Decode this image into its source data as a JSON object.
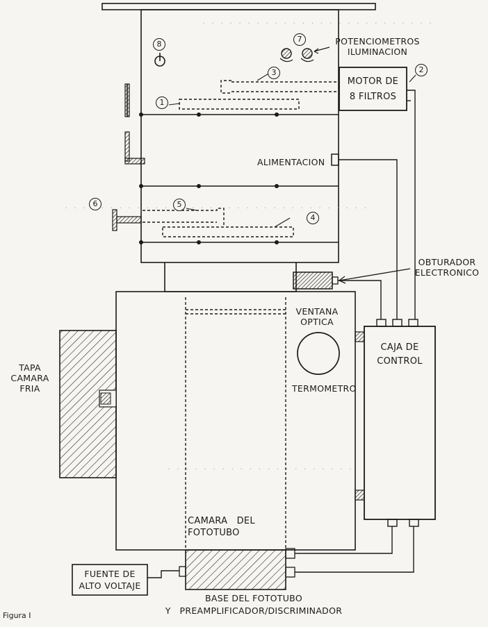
{
  "labels": {
    "potenciometros_1": "POTENCIOMETROS",
    "potenciometros_2": "ILUMINACION",
    "motor_1": "MOTOR DE",
    "motor_2": "8 FILTROS",
    "alimentacion": "ALIMENTACION",
    "obturador_1": "OBTURADOR",
    "obturador_2": "ELECTRONICO",
    "ventana_1": "VENTANA",
    "ventana_2": "OPTICA",
    "caja_1": "CAJA DE",
    "caja_2": "CONTROL",
    "termometro": "TERMOMETRO",
    "tapa_1": "TAPA",
    "tapa_2": "CAMARA",
    "tapa_3": "FRIA",
    "camara_1": "CAMARA   DEL",
    "camara_2": "FOTOTUBO",
    "fuente_1": "FUENTE DE",
    "fuente_2": "ALTO VOLTAJE",
    "base_1": "BASE DEL FOTOTUBO",
    "base_2": "Y   PREAMPLIFICADOR/DISCRIMINADOR",
    "figura": "Figura I"
  },
  "markers": {
    "m1": "1",
    "m2": "2",
    "m3": "3",
    "m4": "4",
    "m5": "5",
    "m6": "6",
    "m7": "7",
    "m8": "8"
  },
  "colors": {
    "ink": "#1a1a1a",
    "paper": "#f6f5f1",
    "bleed_through": "#b8b6ae"
  }
}
